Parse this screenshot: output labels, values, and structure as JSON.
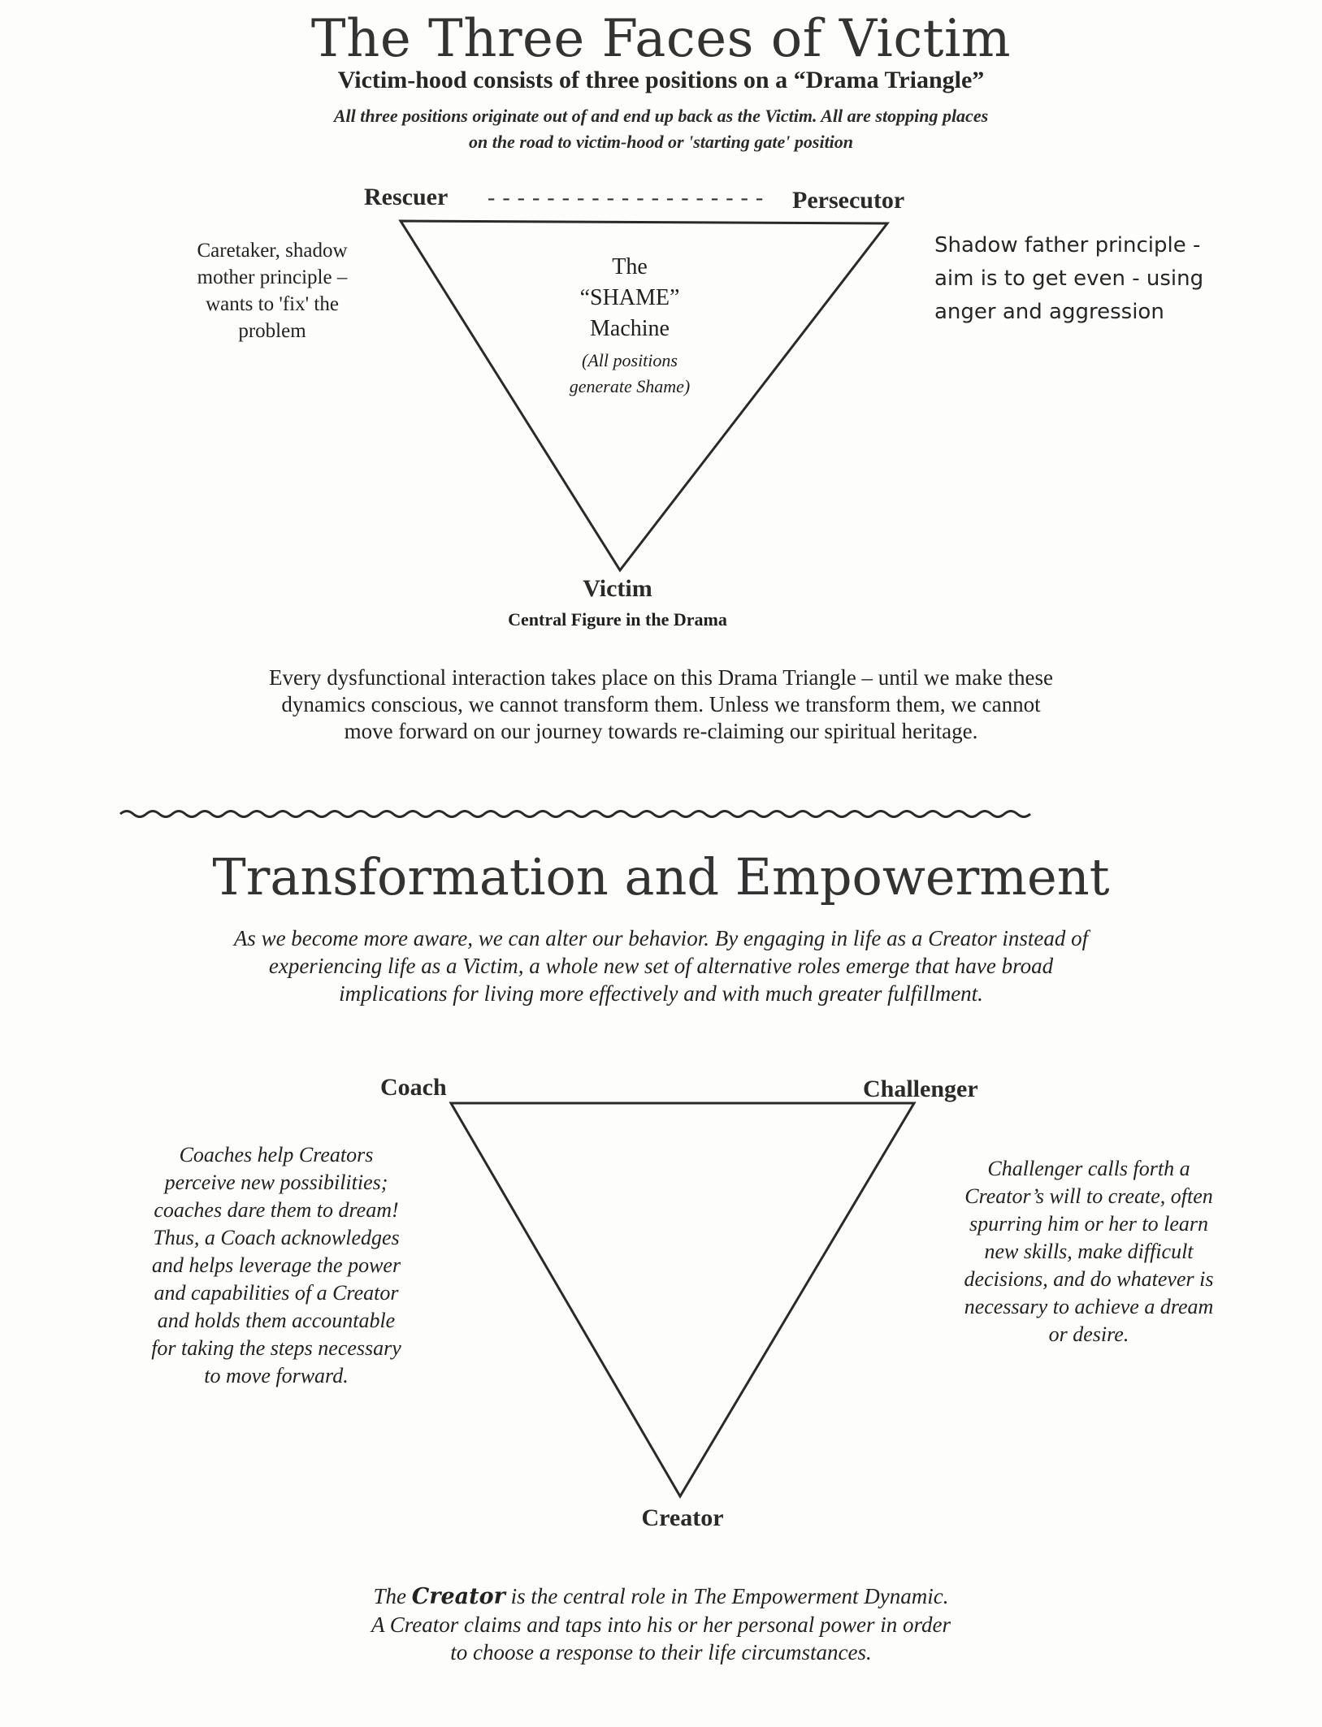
{
  "section1": {
    "title": "The Three Faces of Victim",
    "subtitle": "Victim-hood consists of three positions on a “Drama Triangle”",
    "intro_line1": "All three positions originate out of and end up back as the Victim. All are stopping places",
    "intro_line2": "on the road to victim-hood or 'starting gate' position",
    "triangle": {
      "top_left": "Rescuer",
      "dashes": "- - - - - - - - - - - - - - - - - - -",
      "top_right": "Persecutor",
      "center_line1": "The",
      "center_line2": "“SHAME”",
      "center_line3": "Machine",
      "center_note1": "(All positions",
      "center_note2": "generate Shame)",
      "bottom": "Victim",
      "bottom_sub": "Central Figure in the Drama"
    },
    "left_note": [
      "Caretaker, shadow",
      "mother principle –",
      "wants to 'fix' the",
      "problem"
    ],
    "right_note": [
      "Shadow father principle -",
      "aim is to get even - using",
      "anger and aggression"
    ],
    "paragraph": [
      "Every dysfunctional interaction takes place on this Drama Triangle – until we make these",
      "dynamics conscious, we cannot transform them. Unless we transform them, we cannot",
      "move forward on our journey towards re-claiming our spiritual heritage."
    ]
  },
  "divider": "~~~~~~~~~~~~~~~~~~~~~~~~~~~~~~~~~~~~~~~~~~~~~~~~~~~~",
  "section2": {
    "title": "Transformation and Empowerment",
    "intro": [
      "As we become more aware, we can alter our behavior.  By engaging in life as a Creator instead of",
      "experiencing life as a Victim, a whole new set of alternative roles emerge that have broad",
      "implications for living more  effectively and with much greater fulfillment."
    ],
    "triangle": {
      "top_left": "Coach",
      "top_right": "Challenger",
      "bottom": "Creator"
    },
    "left_note": [
      "Coaches help Creators",
      "perceive new possibilities;",
      "coaches dare them to dream!",
      "Thus, a Coach acknowledges",
      "and helps leverage the power",
      "and capabilities of a Creator",
      "and holds them accountable",
      "for taking the steps necessary",
      "to move forward."
    ],
    "right_note": [
      "Challenger calls forth a",
      "Creator’s will to create, often",
      "spurring him or her to learn",
      "new skills, make difficult",
      "decisions, and do whatever is",
      "necessary to achieve a dream",
      "or desire."
    ],
    "closing_prefix": "The ",
    "closing_bold": "Creator",
    "closing_line1_rest": " is the central role in The Empowerment Dynamic.",
    "closing_line2": "A Creator claims and taps into his or her personal power in order",
    "closing_line3": "to choose a response to their life circumstances."
  }
}
